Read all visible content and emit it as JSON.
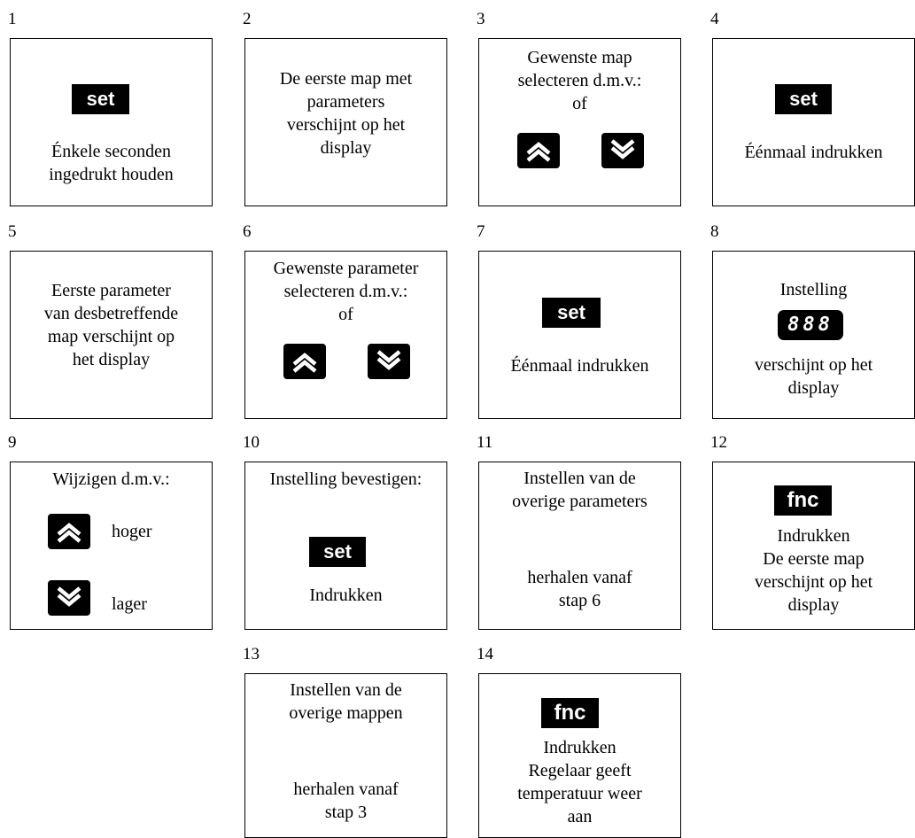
{
  "steps": [
    {
      "num": "1",
      "key": "set",
      "text": "Énkele seconden\ningedrukt houden"
    },
    {
      "num": "2",
      "text": "De eerste map met\nparameters\nverschijnt op het\ndisplay"
    },
    {
      "num": "3",
      "text": "Gewenste map\nselecteren d.m.v.:\nof"
    },
    {
      "num": "4",
      "key": "set",
      "text": "Éénmaal indrukken"
    },
    {
      "num": "5",
      "text": "Eerste parameter\nvan desbetreffende\nmap verschijnt op\nhet display"
    },
    {
      "num": "6",
      "text": "Gewenste parameter\nselecteren d.m.v.:\nof"
    },
    {
      "num": "7",
      "key": "set",
      "text": "Éénmaal indrukken"
    },
    {
      "num": "8",
      "text_top": "Instelling",
      "display": "888",
      "text": "verschijnt op het\ndisplay"
    },
    {
      "num": "9",
      "text": "Wijzigen d.m.v.:",
      "up_label": "hoger",
      "down_label": "lager"
    },
    {
      "num": "10",
      "text_top": "Instelling bevestigen:",
      "key": "set",
      "text": "Indrukken"
    },
    {
      "num": "11",
      "text_top": "Instellen van de\noverige parameters",
      "text": "herhalen vanaf\nstap 6"
    },
    {
      "num": "12",
      "key": "fnc",
      "text": "Indrukken\nDe eerste map\nverschijnt op het\ndisplay"
    },
    {
      "num": "13",
      "text_top": "Instellen van de\noverige mappen",
      "text": "herhalen vanaf\nstap 3"
    },
    {
      "num": "14",
      "key": "fnc",
      "text": "Indrukken\nRegelaar geeft\ntemperatuur weer\naan"
    }
  ],
  "icons": {
    "up": "chevron-double-up-icon",
    "down": "chevron-double-down-icon"
  },
  "colors": {
    "key_bg": "#000000",
    "key_text": "#ffffff",
    "border": "#000000"
  }
}
